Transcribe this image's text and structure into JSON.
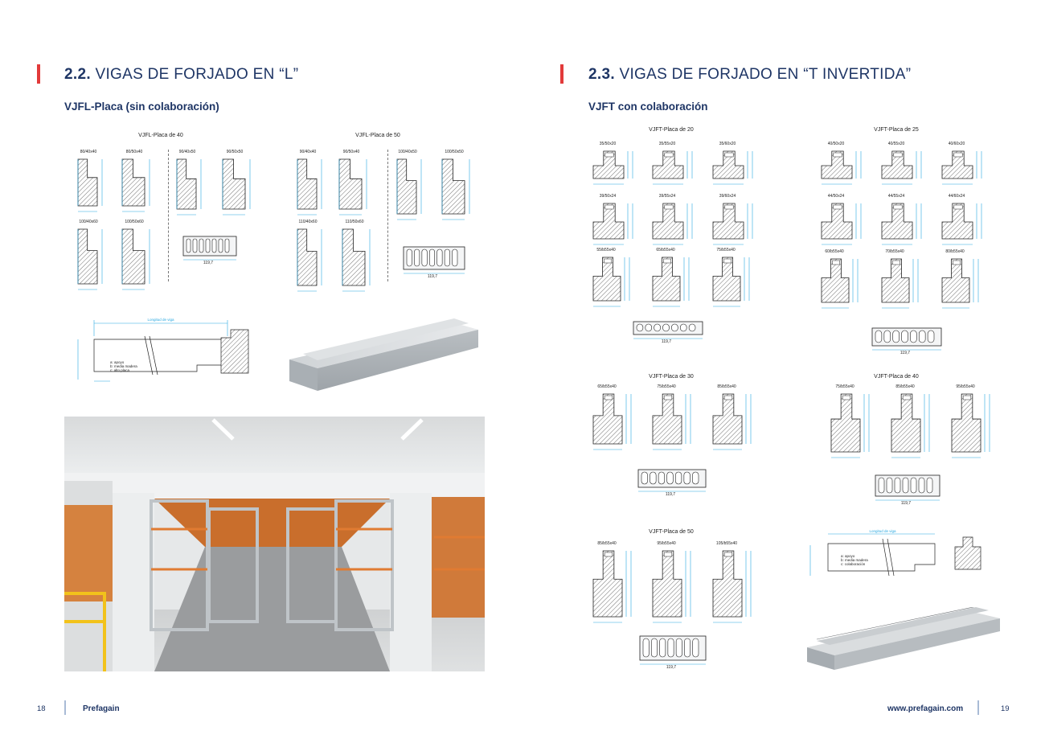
{
  "left": {
    "section_number": "2.2.",
    "section_title": "VIGAS DE FORJADO EN “L”",
    "subtitle": "VJFL-Placa (sin colaboración)",
    "groups": [
      {
        "title": "VJFL-Placa de 40",
        "items": [
          "80/40x40",
          "80/50x40",
          "90/40x50",
          "90/50x50",
          "100/40x60",
          "100/50x60"
        ]
      },
      {
        "title": "VJFL-Placa de 50",
        "items": [
          "90/40x40",
          "90/50x40",
          "100/40x50",
          "100/50x50",
          "110/40x60",
          "110/50x60"
        ]
      }
    ],
    "slab_width": "119,7",
    "detail_label": "Longitud de viga",
    "detail_legend": [
      "a: apoyo",
      "b: media madera",
      "c: alto placa"
    ]
  },
  "right": {
    "section_number": "2.3.",
    "section_title": "VIGAS DE FORJADO EN “T INVERTIDA”",
    "subtitle": "VJFT con colaboración",
    "groups": [
      {
        "title": "VJFT-Placa de 20",
        "items": [
          "35/50x20",
          "35/55x20",
          "35/60x20",
          "39/50x24",
          "39/55x24",
          "39/60x24",
          "55/b55x40",
          "65/b55x40",
          "75/b55x40"
        ]
      },
      {
        "title": "VJFT-Placa de 25",
        "items": [
          "40/50x20",
          "40/55x20",
          "40/60x20",
          "44/50x24",
          "44/55x24",
          "44/60x24",
          "60/b55x40",
          "70/b55x40",
          "80/b55x40"
        ]
      },
      {
        "title": "VJFT-Placa de 30",
        "items": [
          "65/b55x40",
          "75/b55x40",
          "85/b55x40"
        ]
      },
      {
        "title": "VJFT-Placa de 40",
        "items": [
          "75/b55x40",
          "85/b55x40",
          "95/b55x40"
        ]
      },
      {
        "title": "VJFT-Placa de 50",
        "items": [
          "85/b55x40",
          "95/b55x40",
          "105/b55x40"
        ]
      }
    ],
    "slab_width": "119,7",
    "detail_label": "Longitud de viga",
    "detail_legend": [
      "a: apoyo",
      "b: media madera",
      "c: colaboración"
    ]
  },
  "footer": {
    "left_page": "18",
    "brand": "Prefagain",
    "website": "www.prefagain.com",
    "right_page": "19"
  },
  "colors": {
    "accent": "#e23a3a",
    "navy": "#1e3565",
    "dimension": "#29a8e0",
    "footer_rule": "#a9bbd6"
  }
}
